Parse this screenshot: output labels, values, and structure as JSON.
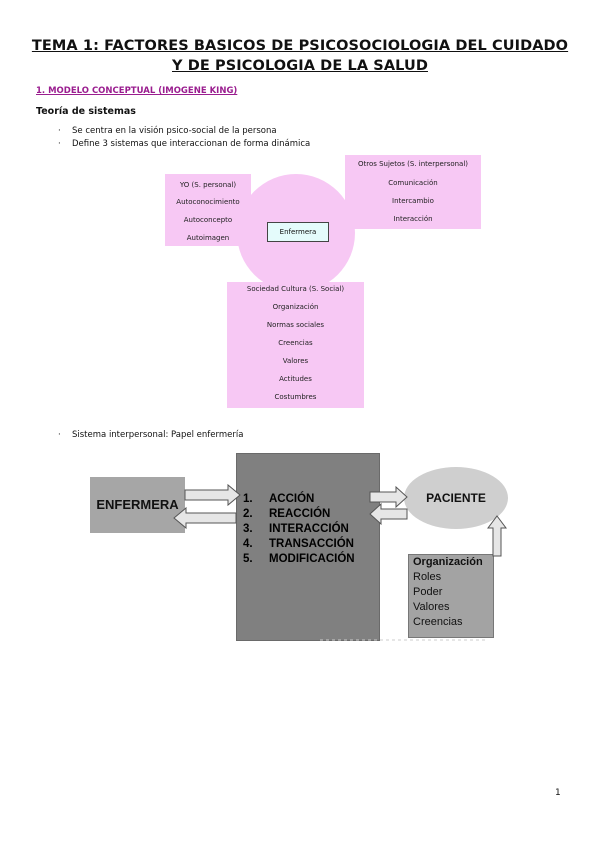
{
  "title": "TEMA 1: FACTORES BASICOS DE PSICOSOCIOLOGIA DEL CUIDADO Y DE PSICOLOGIA DE LA SALUD",
  "section_heading": "1. MODELO CONCEPTUAL (IMOGENE KING)",
  "subheading": "Teoría de sistemas",
  "bullets": [
    "Se centra en la visión psico-social de la persona",
    "Define 3 sistemas que interaccionan de forma dinámica",
    "Sistema interpersonal: Papel enfermería"
  ],
  "bullet_marker": "·",
  "diagram1": {
    "center": "Enfermera",
    "personal": [
      "YO (S. personal)",
      "Autoconocimiento",
      "Autoconcepto",
      "Autoimagen"
    ],
    "interpersonal": [
      "Otros Sujetos (S. interpersonal)",
      "Comunicación",
      "Intercambio",
      "Interacción"
    ],
    "social": [
      "Sociedad Cultura (S. Social)",
      "Organización",
      "Normas sociales",
      "Creencias",
      "Valores",
      "Actitudes",
      "Costumbres"
    ],
    "fill_color": "#f7c8f4"
  },
  "diagram2": {
    "left_box": "ENFERMERA",
    "steps": [
      {
        "num": "1.",
        "label": "ACCIÓN"
      },
      {
        "num": "2.",
        "label": "REACCIÓN"
      },
      {
        "num": "3.",
        "label": "INTERACCIÓN"
      },
      {
        "num": "4.",
        "label": "TRANSACCIÓN"
      },
      {
        "num": "5.",
        "label": "MODIFICACIÓN"
      }
    ],
    "patient": "PACIENTE",
    "org_box": [
      "Organización",
      "Roles",
      "Poder",
      "Valores",
      "Creencias"
    ]
  },
  "page_number": "1"
}
